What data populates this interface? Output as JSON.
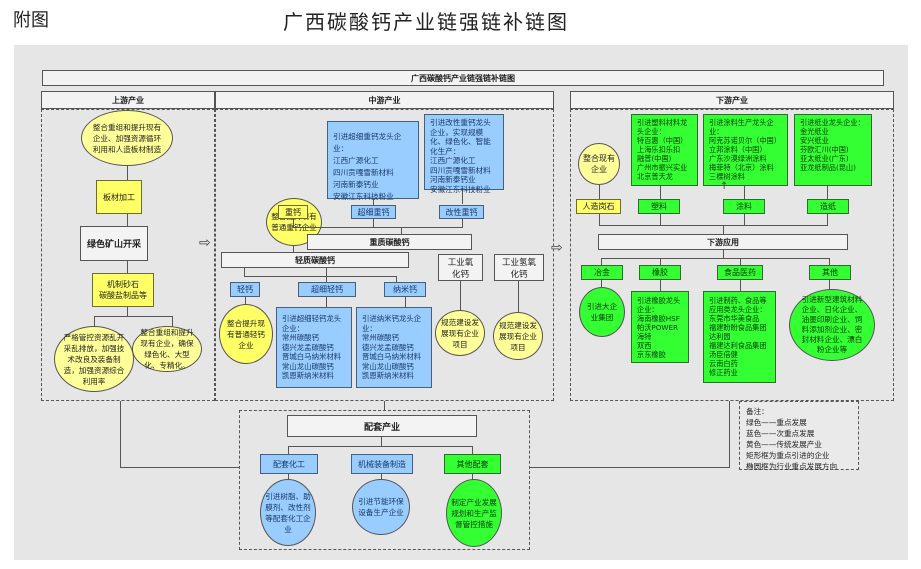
{
  "page": {
    "label": "附图",
    "title": "广西碳酸钙产业链强链补链图"
  },
  "diagram": {
    "banner": "广西碳酸钙产业链强链补链图",
    "upstream": {
      "title": "上游产业",
      "top_oval": "整合重组和提升现有企业、加强资源循环利用和人造板材制造",
      "panel_processing": "板材加工",
      "green_mining": "绿色矿山开采",
      "sand_stone": "机制砂石\n碳酸盐制品等",
      "oval_left": "严格管控资源乱开采乱排放，加强技术改良及装备制造，加强资源综合利用率",
      "oval_right": "整合重组和提升现有企业，确保绿色化、大型化、专精化。"
    },
    "midstream": {
      "title": "中游产业",
      "heavy": {
        "title": "重质碳酸钙",
        "oval": "整合提升现有普通重钙企业",
        "ultrafine_list": "引进超细重钙龙头企业：\n江西广源化工\n四川贡嘎雪新材料\n河南新泰钙业\n安徽江东科技粉业",
        "modified_list": "引进改性重钙龙头企业，实现规模化、绿色化、智能化生产：\n江西广源化工\n四川贡嘎雪新材料\n河南新泰钙业\n安徽江东科技粉业",
        "cat_heavy": "重钙",
        "cat_ultrafine": "超细重钙",
        "cat_modified": "改性重钙"
      },
      "light": {
        "title": "轻质碳酸钙",
        "cat_light": "轻钙",
        "cat_ultrafine": "超细轻钙",
        "cat_nano": "纳米钙",
        "oval": "整合提升现有普通轻钙企业",
        "ultrafine_list": "引进超细轻钙龙头企业：\n常州碳酸钙\n德兴龙孟碳酸钙\n晋城白马纳米材料\n常山龙山碳酸钙\n凯恩斯纳米材料",
        "nano_list": "引进纳米钙龙头企业：\n常州碳酸钙\n德兴龙孟碳酸钙\n晋城白马纳米材料\n常山龙山碳酸钙\n凯恩斯纳米材料"
      },
      "oxide": {
        "title": "工业氧化钙",
        "oval": "规范建设发展现有企业项目"
      },
      "hydroxide": {
        "title": "工业氢氧化钙",
        "oval": "规范建设发展现有企业项目"
      }
    },
    "downstream": {
      "title": "下游产业",
      "oval_existing": "整合现有企业",
      "cat_stone": "人造岗石",
      "cat_plastic": "塑料",
      "cat_coating": "涂料",
      "cat_paper": "造纸",
      "plastic_list": "引进塑料材料龙头企业：\n特百惠（中国）\n上海乐扣乐扣\n融普(中国)\n广州市振兴实业\n北京普天龙",
      "coating_list": "引进涂料生产龙头企业：\n阿克苏诺贝尔（中国）\n立邦涂料（中国）\n广东沙漠绿洲涂料\n梅菲特（北京）涂料\n三棵树涂料",
      "paper_list": "引进纸业龙头企业：\n金光纸业\n安兴纸业\n芬欧汇川(中国)\n亚太纸业(广东)\n亚龙纸制品(昆山)",
      "applications": {
        "title": "下游应用",
        "cat_metallurgy": "冶金",
        "cat_rubber": "橡胶",
        "cat_food": "食品医药",
        "cat_other": "其他",
        "metallurgy_oval": "引进大企业集团",
        "rubber_list": "引进橡胶龙头企业：\n海南橡胶HSF\n帕沃POWER\n海特\n双西\n京东橡胶",
        "food_list": "引进制药、食品等应用类龙头企业：\n东莞市华美食品\n福建盼盼食品集团\n达利园\n福建达利食品集团\n汤臣倍健\n云南白药\n修正药业",
        "other_oval": "引进新型建筑材料企业、日化企业、油墨印刷企业、饲料添加剂企业、密封材料企业、漂白粉企业等"
      }
    },
    "supporting": {
      "title": "配套产业",
      "cat_chem": "配套化工",
      "cat_machine": "机械装备制造",
      "cat_other": "其他配套",
      "chem_oval": "引进树脂、助膜剂、改性剂等配套化工企业",
      "machine_oval": "引进节能环保设备生产企业",
      "other_oval": "制定产业发展规划和生产监督管控措施"
    },
    "legend": {
      "text": "备注：\n绿色——重点发展\n蓝色——次重点发展\n黄色——传统发展产业\n矩形框为重点引进的企业\n椭圆框为行业重点发展方向"
    }
  }
}
